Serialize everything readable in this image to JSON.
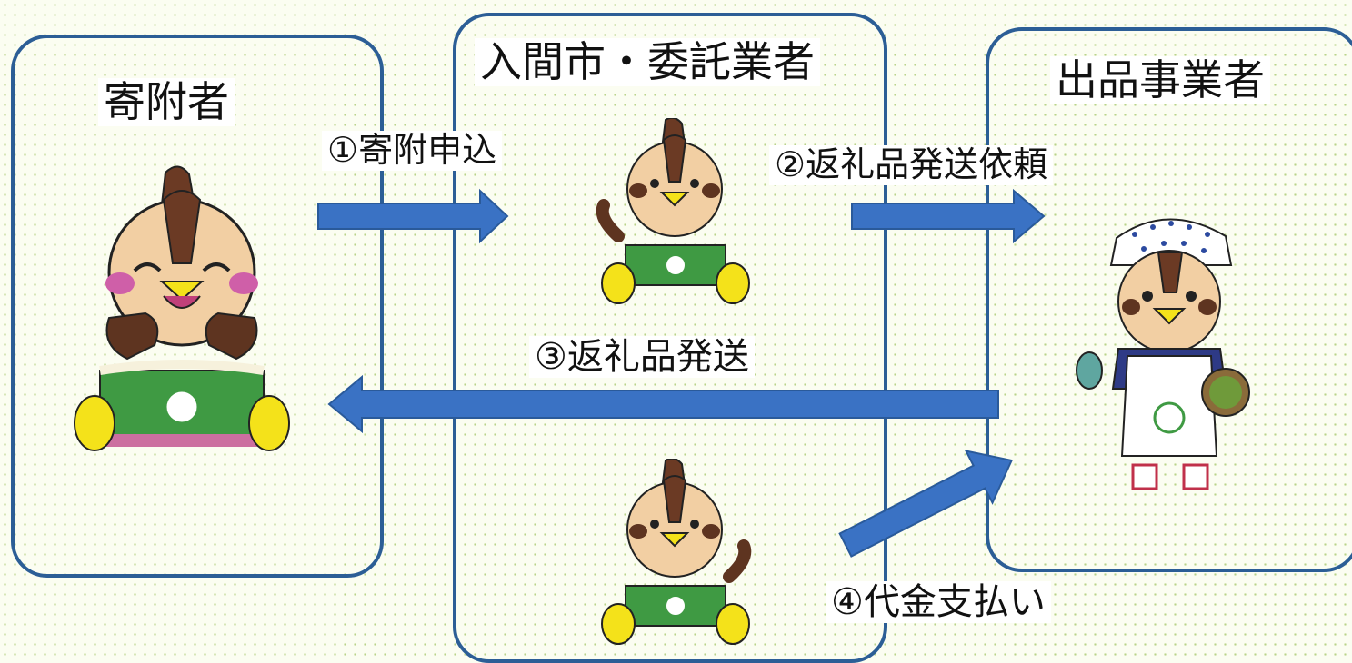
{
  "panels": {
    "donor": {
      "title": "寄附者"
    },
    "city": {
      "title": "入間市・委託業者"
    },
    "vendor": {
      "title": "出品事業者"
    }
  },
  "steps": [
    {
      "label": "①寄附申込"
    },
    {
      "label": "②返礼品発送依頼"
    },
    {
      "label": "③返礼品発送"
    },
    {
      "label": "④代金支払い"
    }
  ],
  "colors": {
    "panel_border": "#2c5e96",
    "arrow_fill": "#3a72c4",
    "arrow_stroke": "#2a5a9a",
    "dot": "#b9d38a"
  },
  "icons": {
    "donor": "mascot-happy-icon",
    "city_top": "mascot-waving-icon",
    "city_bottom": "mascot-waving-icon",
    "vendor": "mascot-tea-farmer-icon"
  }
}
